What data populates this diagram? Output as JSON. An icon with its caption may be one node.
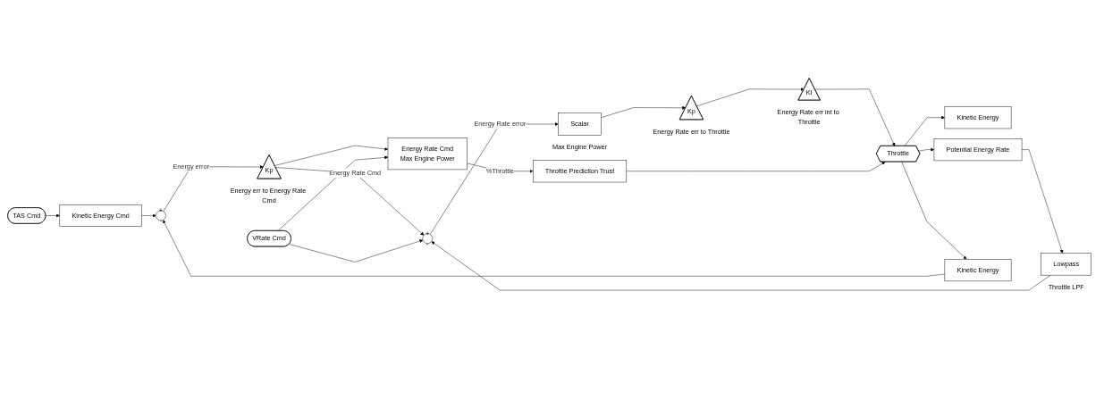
{
  "diagram": {
    "nodes": [
      {
        "text": [
          "TAS Cmd"
        ]
      },
      {
        "text": [
          "Kinetic Energy Cmd"
        ]
      },
      {
        "text": [
          "+",
          "-"
        ]
      },
      {
        "text": [
          "Kp"
        ],
        "beside": [
          "Energy err to Energy Rate Cmd"
        ]
      },
      {
        "text": [
          "VRate Cmd"
        ]
      },
      {
        "text": [
          "Energy Rate Cmd",
          "Max Engine Power"
        ]
      },
      {
        "text": [
          "Throttle Prediction Trust"
        ]
      },
      {
        "text": [
          "+",
          "-"
        ]
      },
      {
        "text": [
          "Scalar"
        ],
        "beside": [
          "Max Engine Power"
        ]
      },
      {
        "text": [
          "Kp"
        ],
        "beside": [
          "Energy Rate err to Throttle"
        ]
      },
      {
        "text": [
          "KI"
        ],
        "beside": [
          "Energy Rate err int to Throttle"
        ]
      },
      {
        "text": [
          "Throttle"
        ]
      },
      {
        "text": [
          "Kinetic Energy"
        ]
      },
      {
        "text": [
          "Potential Energy Rate"
        ]
      },
      {
        "text": [
          "Lowpass"
        ],
        "beside": [
          "Throttle LPF"
        ]
      },
      {
        "text": [
          "Kinetic Energy"
        ]
      }
    ],
    "edges": [
      {
        "from": 0,
        "to": 1,
        "arrow": "to"
      },
      {
        "from": 1,
        "to": 2,
        "arrow": "to"
      },
      {
        "from": 2,
        "to": 3,
        "arrow": "to",
        "label": "Energy error"
      },
      {
        "from": 3,
        "to": 7,
        "arrow": "to",
        "label": "Energy Rate Cmd"
      },
      {
        "from": 4,
        "to": 7,
        "arrow": "to"
      },
      {
        "from": 3,
        "to": 5,
        "arrow": "to"
      },
      {
        "from": 4,
        "to": 5,
        "arrow": "to"
      },
      {
        "from": 5,
        "to": 6,
        "arrow": "to",
        "label": "%Throttle"
      },
      {
        "from": 7,
        "to": 8,
        "arrow": "to",
        "label": "Energy Rate error"
      },
      {
        "from": 8,
        "to": 9,
        "arrow": "to"
      },
      {
        "from": 9,
        "to": 10,
        "arrow": "to"
      },
      {
        "from": 10,
        "to": 11,
        "arrow": "to"
      },
      {
        "from": 6,
        "to": 11,
        "arrow": "to"
      },
      {
        "from": 11,
        "to": 12,
        "arrow": "to"
      },
      {
        "from": 11,
        "to": 13,
        "arrow": "to"
      },
      {
        "from": 11,
        "to": 15,
        "arrow": "to"
      },
      {
        "from": 13,
        "to": 14,
        "arrow": "to"
      },
      {
        "from": 14,
        "to": 7,
        "arrow": "to"
      },
      {
        "from": 15,
        "to": 2,
        "arrow": "to"
      }
    ]
  }
}
